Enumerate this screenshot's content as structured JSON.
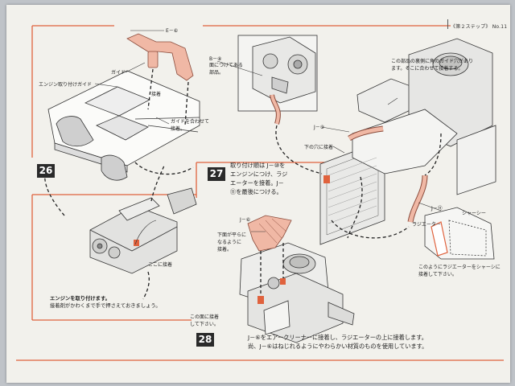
{
  "header": {
    "text": "《第２ステップ》 No.11"
  },
  "steps": {
    "s26": {
      "number": "26"
    },
    "s27": {
      "number": "27",
      "lines": [
        "取り付け順は J－⑩を",
        "エンジンにつけ、ラジ",
        "エーターを接着。J－",
        "⑪を最後につける。"
      ]
    },
    "s28": {
      "number": "28"
    }
  },
  "labels": {
    "e6": "E－⑥",
    "guide": "ガイド",
    "engine_guide": "エンジン取り付けガイド",
    "glue1": "接着",
    "align_guide": [
      "ガイドを合わせて",
      "接着。"
    ],
    "b8": "B－⑧",
    "b8_note": [
      "面につけてある",
      "部品。"
    ],
    "j9": "J－⑨",
    "hole": "下の穴に接着",
    "behind_note": [
      "この部品の裏側に角のガイド穴があり",
      "ます。そこに合わせて接着する。"
    ],
    "j11": "J－⑪",
    "radiator": "ラジエーター",
    "chassis": "シャーシー",
    "radiator_note": [
      "このようにラジエーターをシャーシに",
      "接着して下さい。"
    ],
    "j6": "J－⑥",
    "flat_note": [
      "下面が平らに",
      "なるように",
      "接着。"
    ],
    "glue_here": "ここに接着",
    "engine_mount": [
      "エンジンを取り付けます。",
      "接着剤がかわくまで手で押さえておきましょう。"
    ],
    "face_note": [
      "この面に接着",
      "して下さい。"
    ]
  },
  "footer": {
    "lines": [
      "J－⑥をエアークリーナーに接着し、ラジエーターの上に接着します。",
      "尚、J－⑥はねじれるようにやわらかい材質のものを使用しています。"
    ]
  },
  "colors": {
    "accent": "#e0623d",
    "tube": "#f0b8a5",
    "dark": "#2a2a2a",
    "paper": "#f2f1ec"
  }
}
